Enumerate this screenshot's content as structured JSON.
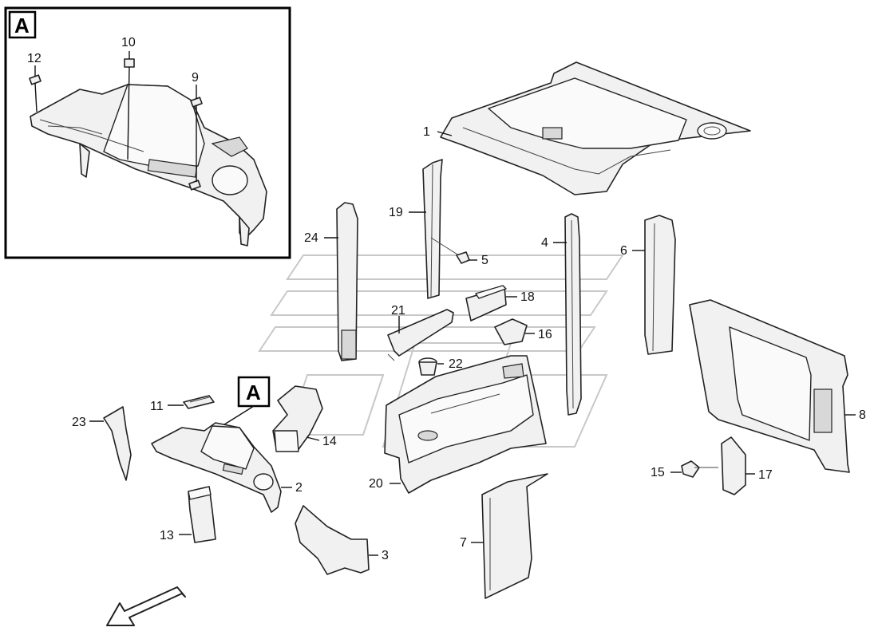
{
  "inset": {
    "callout_letter": "A",
    "part_numbers": [
      "12",
      "10",
      "9"
    ]
  },
  "main": {
    "detail_callout_letter": "A",
    "part_numbers": {
      "p1": "1",
      "p2": "2",
      "p3": "3",
      "p4": "4",
      "p5": "5",
      "p6": "6",
      "p7": "7",
      "p8": "8",
      "p11": "11",
      "p13": "13",
      "p14": "14",
      "p15": "15",
      "p16": "16",
      "p17": "17",
      "p18": "18",
      "p19": "19",
      "p20": "20",
      "p21": "21",
      "p22": "22",
      "p23": "23",
      "p24": "24"
    }
  },
  "icons": {
    "direction_arrow": "front-direction-arrow-icon"
  }
}
